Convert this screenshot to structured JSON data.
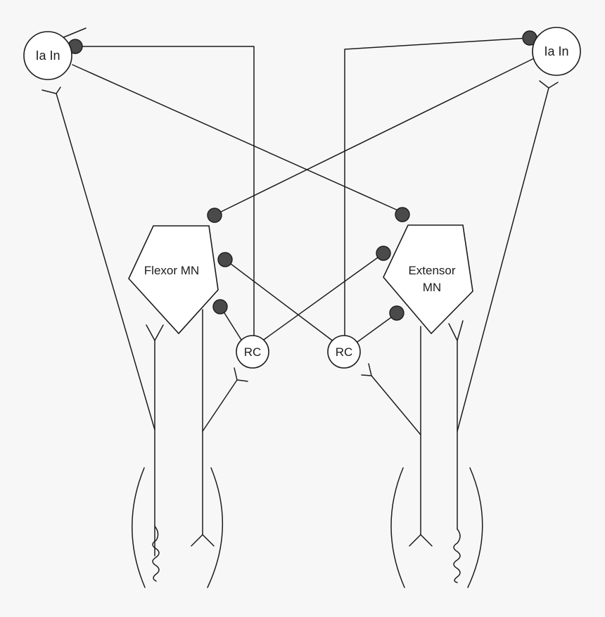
{
  "labels": {
    "ia_in_left": "Ia In",
    "ia_in_right": "Ia In",
    "flexor_mn": "Flexor MN",
    "extensor_mn_line1": "Extensor",
    "extensor_mn_line2": "MN",
    "rc_left": "RC",
    "rc_right": "RC"
  },
  "colors": {
    "background": "#f7f7f7",
    "stroke": "#1c1c1c",
    "synapse_fill": "#4a4a4a",
    "cell_fill": "#ffffff"
  }
}
